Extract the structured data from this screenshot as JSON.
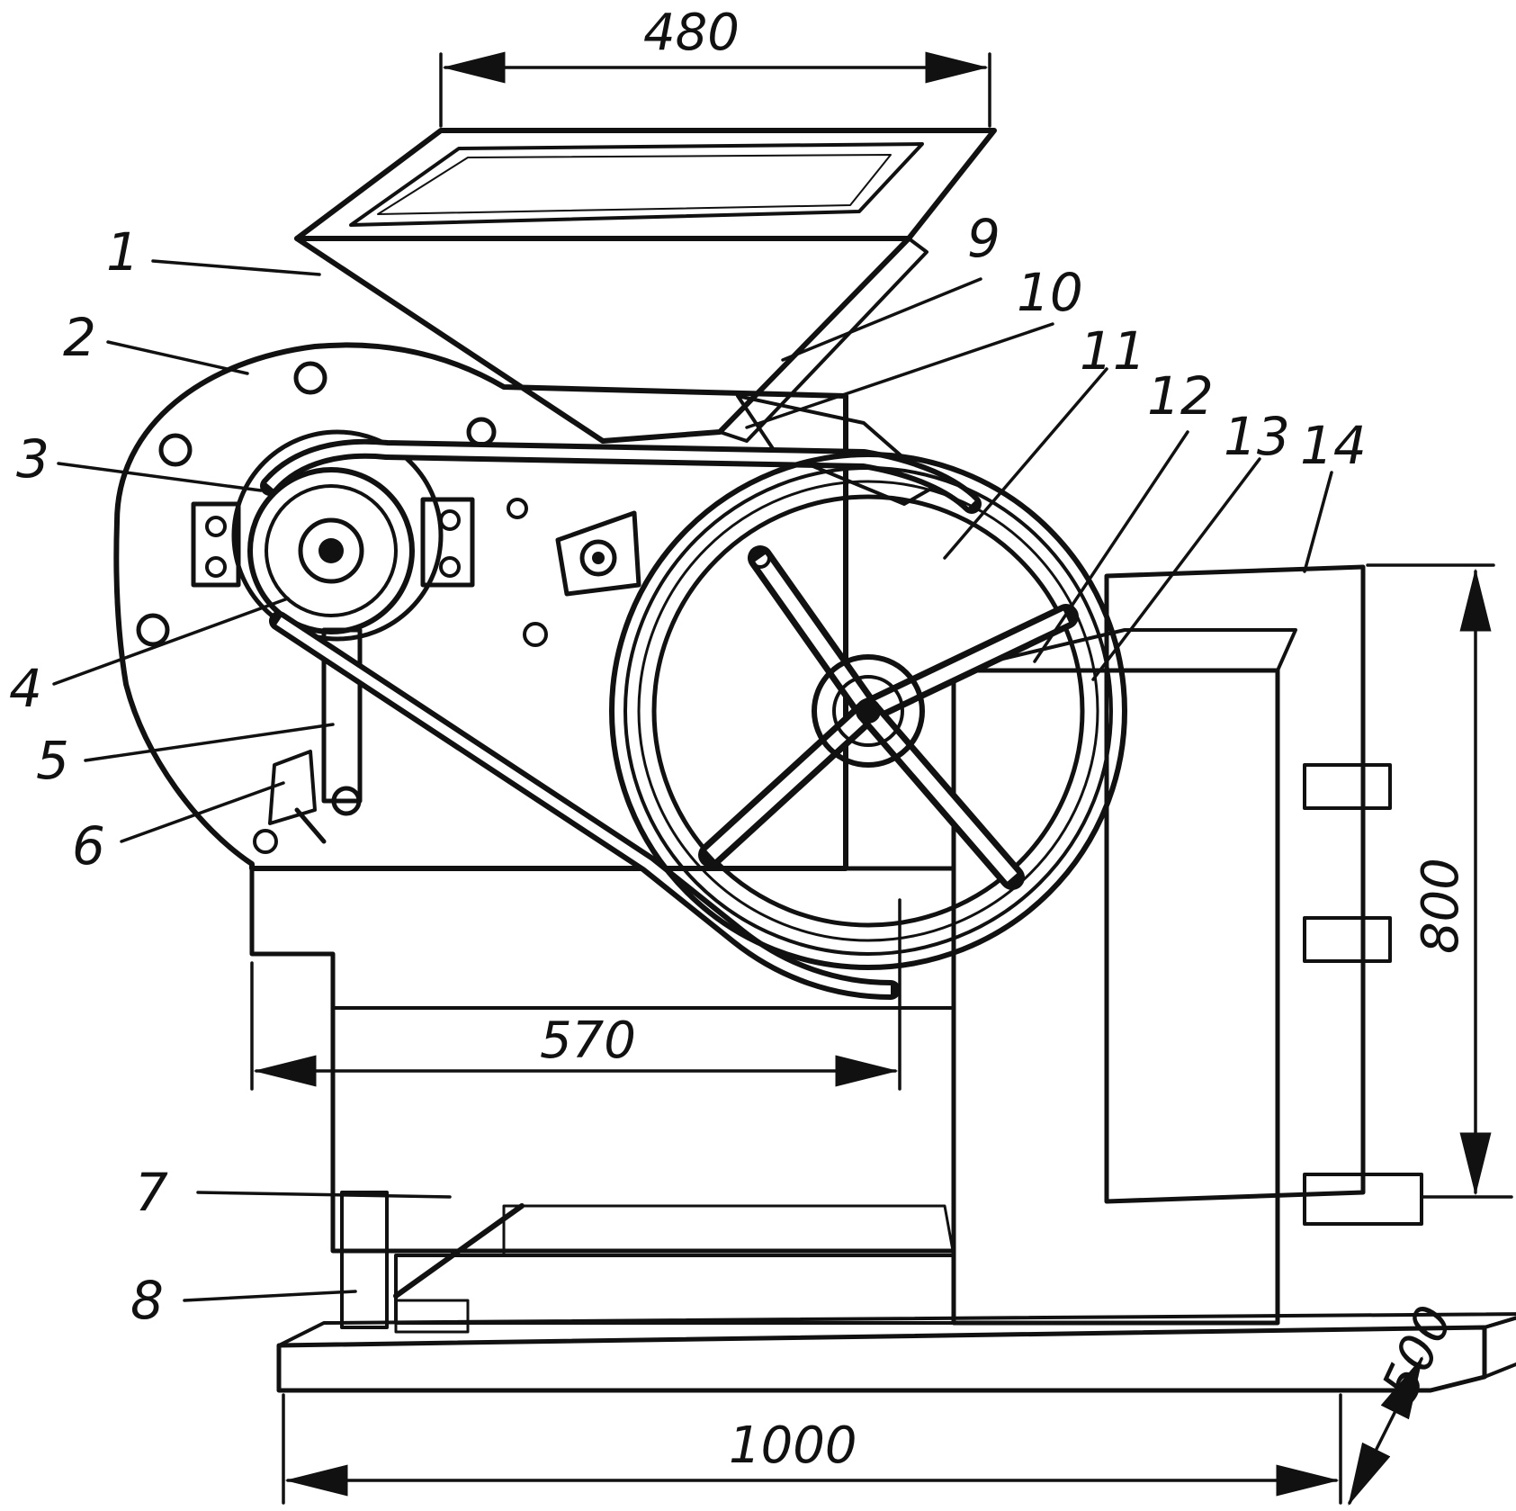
{
  "callouts": [
    "1",
    "2",
    "3",
    "4",
    "5",
    "6",
    "7",
    "8",
    "9",
    "10",
    "11",
    "12",
    "13",
    "14"
  ],
  "dimensions": {
    "top_width": "480",
    "inner_width": "570",
    "overall_length": "1000",
    "height": "800",
    "depth": "500"
  },
  "colors": {
    "ink": "#111111",
    "paper": "#ffffff"
  }
}
